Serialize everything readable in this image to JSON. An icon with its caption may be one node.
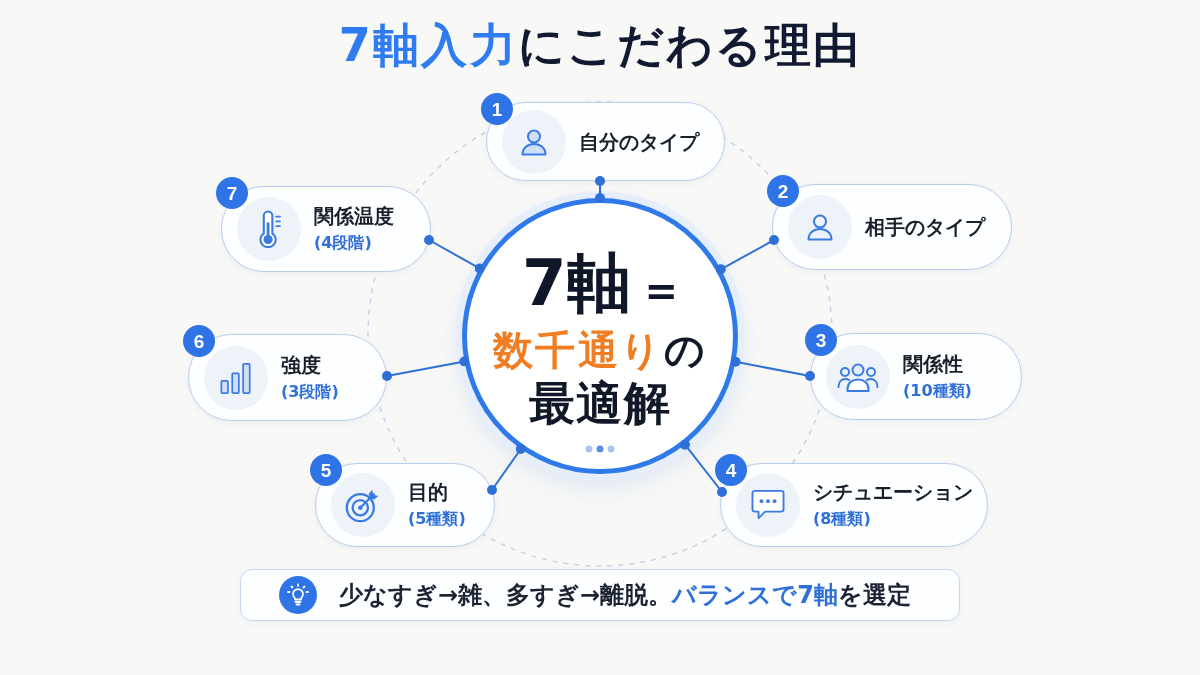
{
  "diagram": {
    "title": "**7軸入力**にこだわる理由",
    "nodes": [
      {
        "text": [
          "7軸",
          "=",
          "**数千通り**の",
          "最適解"
        ]
      },
      {
        "text": [
          "1",
          "自分のタイプ"
        ]
      },
      {
        "text": [
          "2",
          "相手のタイプ"
        ]
      },
      {
        "text": [
          "3",
          "関係性",
          "(10種類)"
        ]
      },
      {
        "text": [
          "4",
          "シチュエーション",
          "(8種類)"
        ]
      },
      {
        "text": [
          "5",
          "目的",
          "(5種類)"
        ]
      },
      {
        "text": [
          "6",
          "強度",
          "(3段階)"
        ]
      },
      {
        "text": [
          "7",
          "関係温度",
          "(4段階)"
        ]
      },
      {
        "text": [
          "少なすぎ→雑、多すぎ→離脱。**バランスで7軸**を選定"
        ]
      }
    ],
    "edges": [
      {
        "from": 0,
        "to": 1,
        "arrow": "other"
      },
      {
        "from": 0,
        "to": 2,
        "arrow": "other"
      },
      {
        "from": 0,
        "to": 3,
        "arrow": "other"
      },
      {
        "from": 0,
        "to": 4,
        "arrow": "other"
      },
      {
        "from": 0,
        "to": 5,
        "arrow": "other"
      },
      {
        "from": 0,
        "to": 6,
        "arrow": "other"
      },
      {
        "from": 0,
        "to": 7,
        "arrow": "other"
      }
    ]
  }
}
